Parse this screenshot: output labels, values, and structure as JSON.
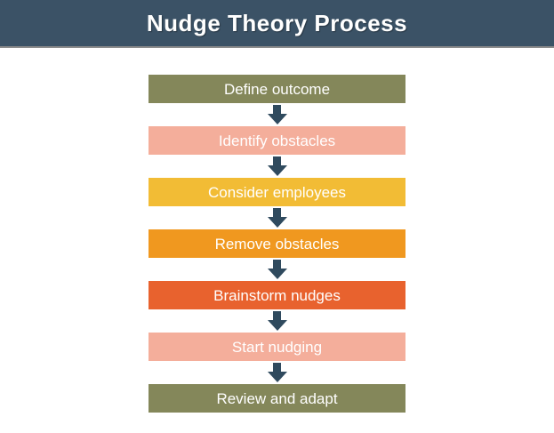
{
  "title": "Nudge Theory Process",
  "colors": {
    "header_bg": "#3B5266",
    "header_border": "#8C8C8C",
    "arrow": "#2F4A5E",
    "step_text": "#FFFFFF",
    "background": "#FFFFFF"
  },
  "steps": [
    {
      "label": "Define outcome",
      "color": "#84875A"
    },
    {
      "label": "Identify obstacles",
      "color": "#F4AE9B"
    },
    {
      "label": "Consider employees",
      "color": "#F2BC35"
    },
    {
      "label": "Remove obstacles",
      "color": "#F0981F"
    },
    {
      "label": "Brainstorm nudges",
      "color": "#E8622E"
    },
    {
      "label": "Start nudging",
      "color": "#F4AE9B"
    },
    {
      "label": "Review and adapt",
      "color": "#84875A"
    }
  ],
  "icons": {
    "down_arrow": "down-arrow-icon"
  }
}
